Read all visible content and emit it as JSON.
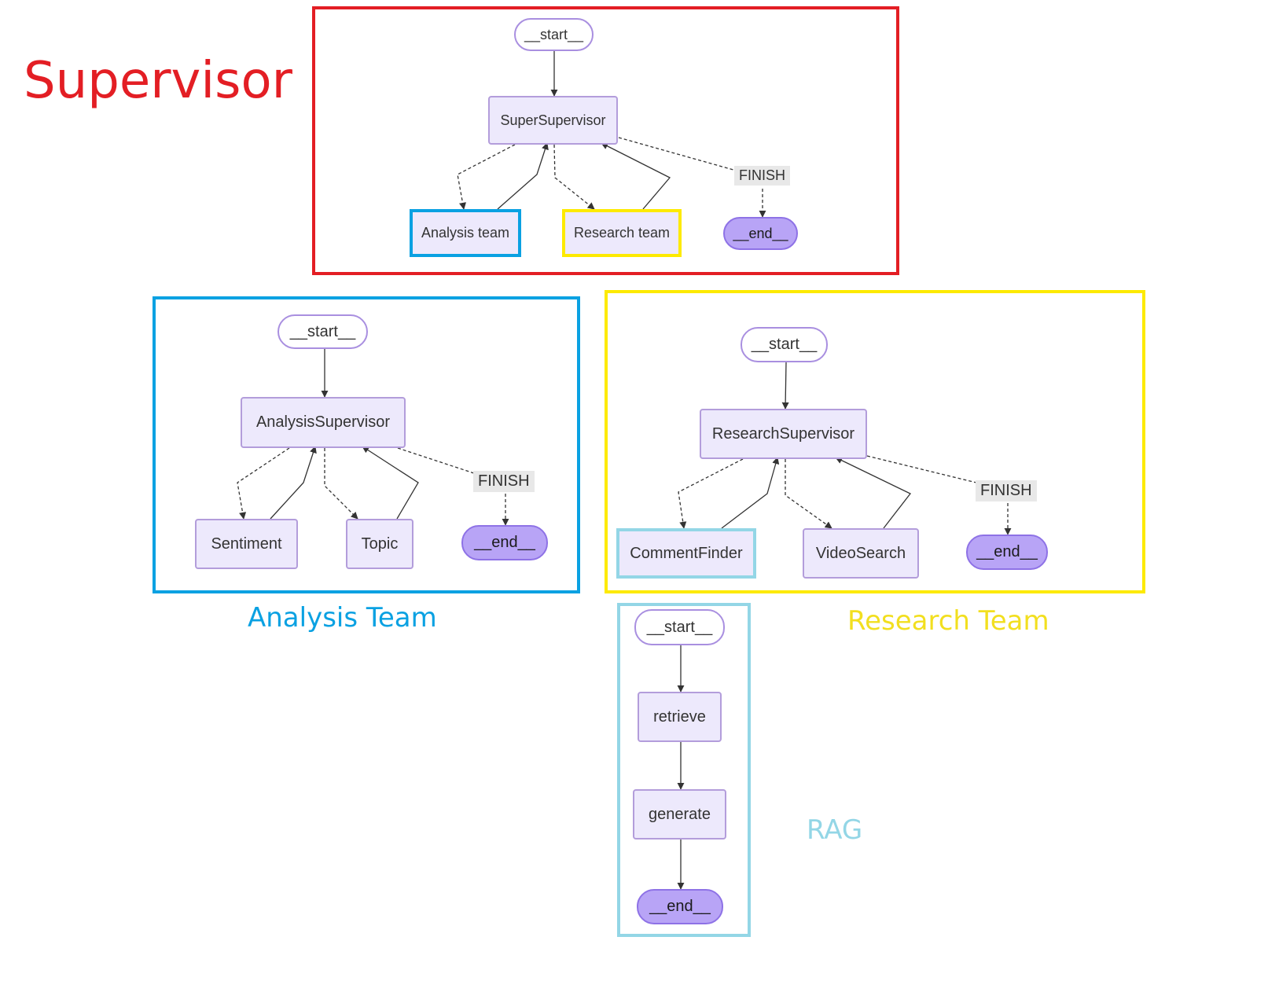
{
  "colors": {
    "supervisor": "#e31e24",
    "analysis": "#0aa1e2",
    "research": "#fdea00",
    "rag": "#93d6e6",
    "research_label": "#f2df1f",
    "rag_label": "#93d6e6"
  },
  "supervisor": {
    "title": "Supervisor",
    "start": "__start__",
    "main": "SuperSupervisor",
    "finish": "FINISH",
    "end": "__end__",
    "analysis_team": "Analysis team",
    "research_team": "Research team"
  },
  "analysis": {
    "title": "Analysis Team",
    "start": "__start__",
    "main": "AnalysisSupervisor",
    "finish": "FINISH",
    "end": "__end__",
    "sentiment": "Sentiment",
    "topic": "Topic"
  },
  "research": {
    "title": "Research Team",
    "start": "__start__",
    "main": "ResearchSupervisor",
    "finish": "FINISH",
    "end": "__end__",
    "comment_finder": "CommentFinder",
    "video_search": "VideoSearch"
  },
  "rag": {
    "title": "RAG",
    "start": "__start__",
    "retrieve": "retrieve",
    "generate": "generate",
    "end": "__end__"
  }
}
